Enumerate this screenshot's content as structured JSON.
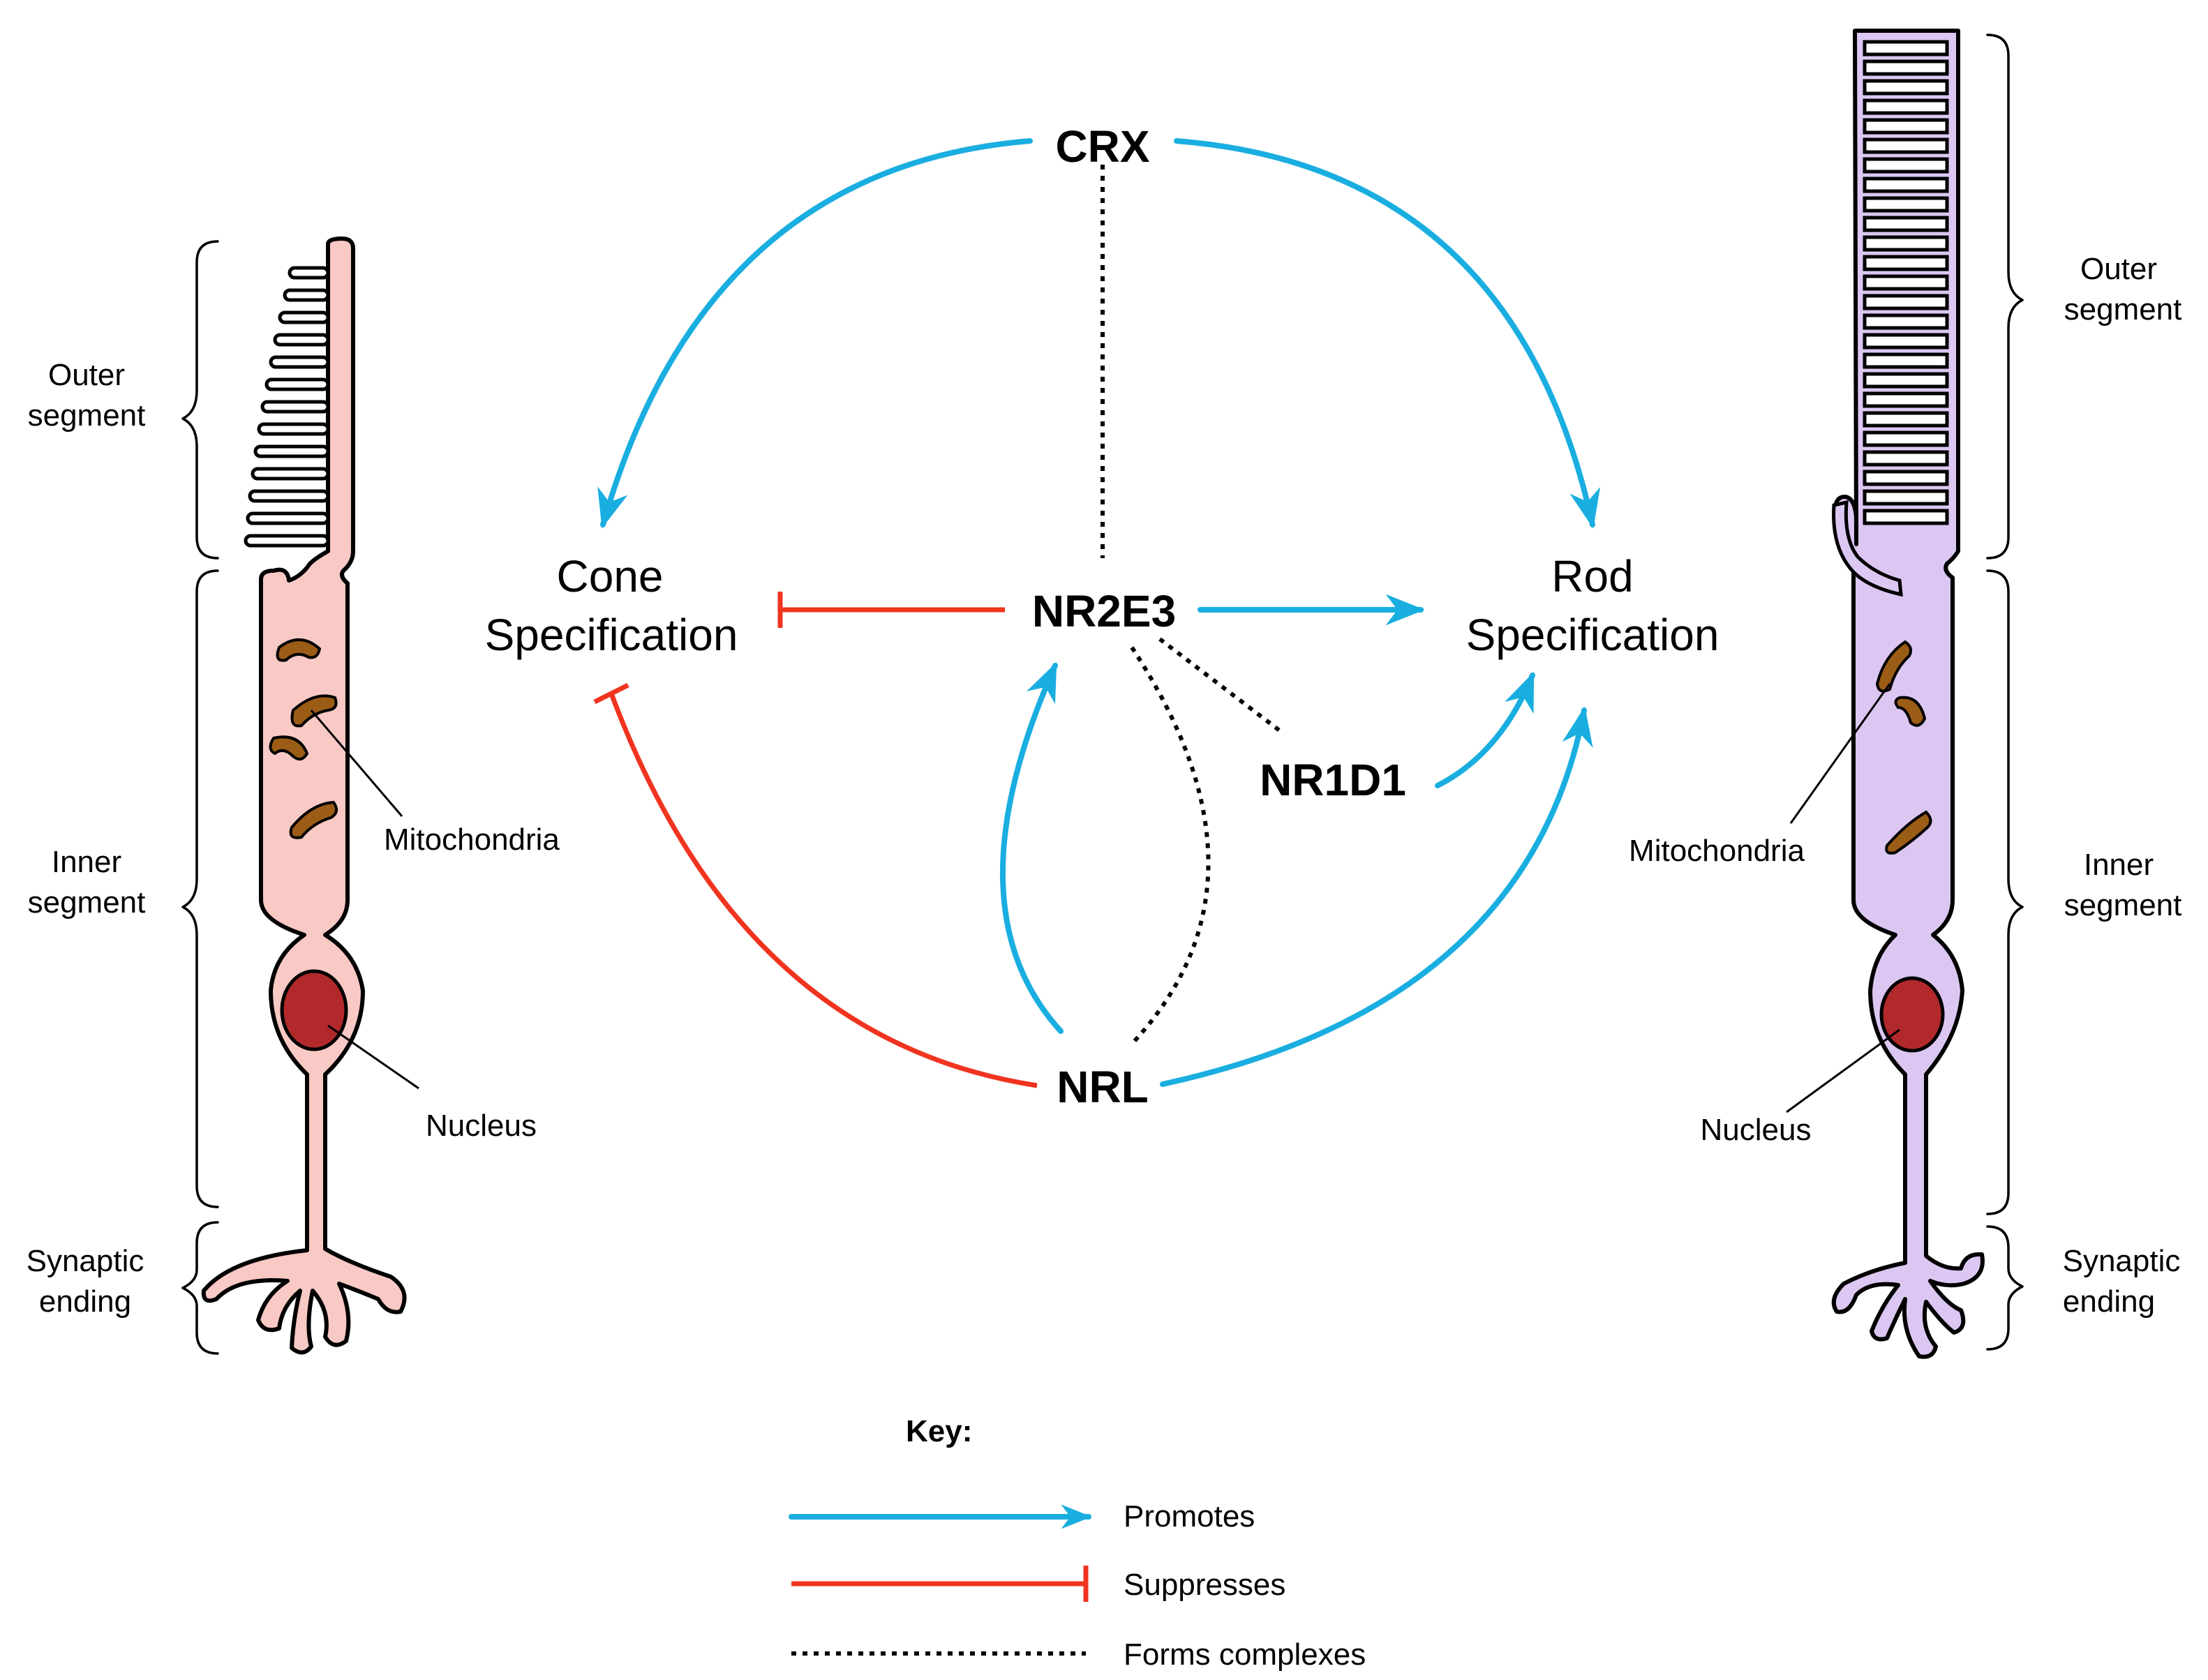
{
  "genes": {
    "crx": "CRX",
    "nr2e3": "NR2E3",
    "nr1d1": "NR1D1",
    "nrl": "NRL"
  },
  "cone_spec": {
    "line1": "Cone",
    "line2": "Specification"
  },
  "rod_spec": {
    "line1": "Rod",
    "line2": "Specification"
  },
  "cone_cell": {
    "outer_segment": [
      "Outer",
      "segment"
    ],
    "inner_segment": [
      "Inner",
      "segment"
    ],
    "synaptic_ending": [
      "Synaptic",
      "ending"
    ],
    "mitochondria": "Mitochondria",
    "nucleus": "Nucleus"
  },
  "rod_cell": {
    "outer_segment": [
      "Outer",
      "segment"
    ],
    "inner_segment": [
      "Inner",
      "segment"
    ],
    "synaptic_ending": [
      "Synaptic",
      "ending"
    ],
    "mitochondria": "Mitochondria",
    "nucleus": "Nucleus"
  },
  "key": {
    "title": "Key:",
    "promotes": "Promotes",
    "suppresses": "Suppresses",
    "forms_complexes": "Forms complexes"
  },
  "colors": {
    "promote": "#1aaee0",
    "suppress": "#f0341f",
    "cone_fill": "#f9c9c5",
    "rod_fill": "#dcc7f3",
    "nucleus": "#b2292b",
    "mitochondria": "#9b5c16"
  }
}
